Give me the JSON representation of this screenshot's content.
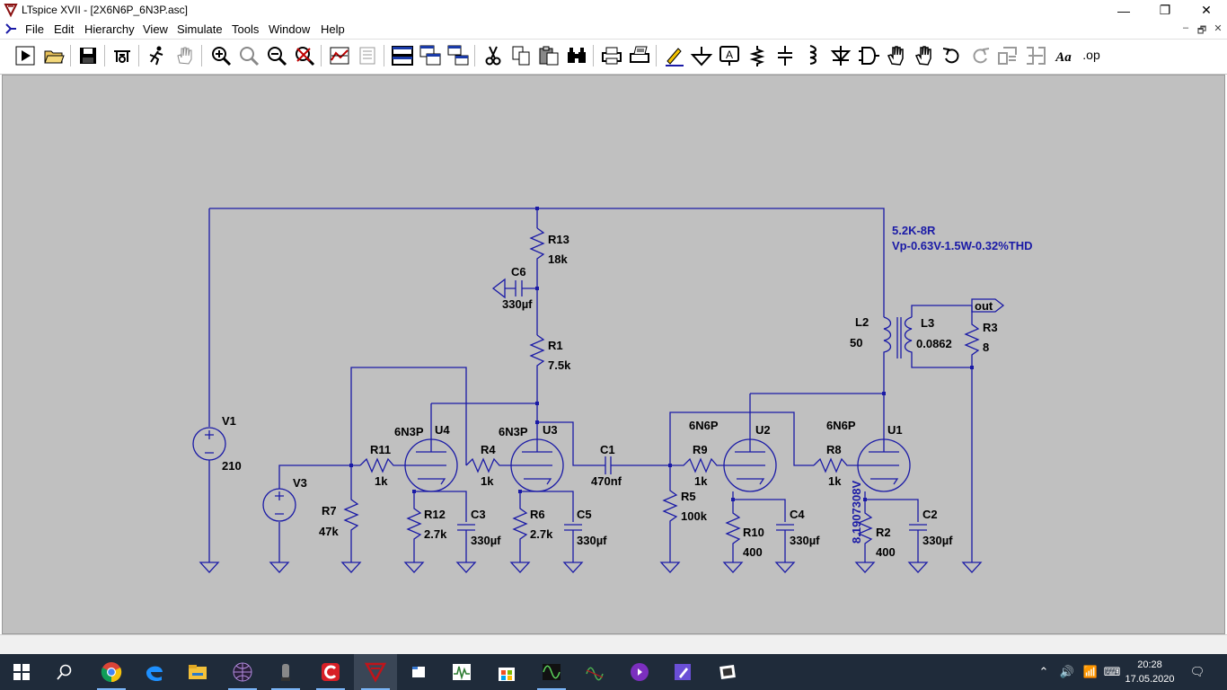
{
  "window": {
    "title": "LTspice XVII - [2X6N6P_6N3P.asc]",
    "minimize": "—",
    "restore": "❐",
    "close": "✕"
  },
  "menu": {
    "items": [
      "File",
      "Edit",
      "Hierarchy",
      "View",
      "Simulate",
      "Tools",
      "Window",
      "Help"
    ],
    "mdi_minimize": "–",
    "mdi_restore": "🗗",
    "mdi_close": "✕"
  },
  "toolbar": {
    "icons": [
      "run-icon",
      "open-icon",
      "save-icon",
      "control-panel-icon",
      "run-halt-icon",
      "pan-icon",
      "zoom-in-icon",
      "zoom-fit-icon",
      "zoom-out-icon",
      "zoom-cancel-icon",
      "autorange-icon",
      "plot-settings-icon",
      "tile-horizontal-icon",
      "cascade-icon",
      "tile-vertical-icon",
      "cut-icon",
      "copy-icon",
      "paste-icon",
      "find-icon",
      "print-icon",
      "print-setup-icon",
      "draw-wire-icon",
      "ground-icon",
      "label-net-icon",
      "resistor-icon",
      "capacitor-icon",
      "inductor-icon",
      "diode-icon",
      "component-icon",
      "move-icon",
      "drag-icon",
      "undo-icon",
      "redo-icon",
      "rotate-icon",
      "mirror-icon",
      "text-icon",
      "spice-directive-icon"
    ],
    "text_icon_label": "Aa",
    "spice_label": ".op"
  },
  "schematic": {
    "components": [
      {
        "name": "V1",
        "value": "210"
      },
      {
        "name": "V3",
        "value": ""
      },
      {
        "name": "R13",
        "value": "18k"
      },
      {
        "name": "C6",
        "value": "330µf"
      },
      {
        "name": "R1",
        "value": "7.5k"
      },
      {
        "name": "R11",
        "value": "1k"
      },
      {
        "name": "R7",
        "value": "47k"
      },
      {
        "name": "U4",
        "model": "6N3P"
      },
      {
        "name": "R12",
        "value": "2.7k"
      },
      {
        "name": "C3",
        "value": "330µf"
      },
      {
        "name": "R4",
        "value": "1k"
      },
      {
        "name": "U3",
        "model": "6N3P"
      },
      {
        "name": "R6",
        "value": "2.7k"
      },
      {
        "name": "C5",
        "value": "330µf"
      },
      {
        "name": "C1",
        "value": "470nf"
      },
      {
        "name": "R5",
        "value": "100k"
      },
      {
        "name": "R9",
        "value": "1k"
      },
      {
        "name": "U2",
        "model": "6N6P"
      },
      {
        "name": "R10",
        "value": "400"
      },
      {
        "name": "C4",
        "value": "330µf"
      },
      {
        "name": "R8",
        "value": "1k"
      },
      {
        "name": "U1",
        "model": "6N6P"
      },
      {
        "name": "R2",
        "value": "400"
      },
      {
        "name": "C2",
        "value": "330µf"
      },
      {
        "name": "L2",
        "value": "50"
      },
      {
        "name": "L3",
        "value": "0.0862"
      },
      {
        "name": "R3",
        "value": "8"
      }
    ],
    "net_label_out": "out",
    "voltage_probe": "8.1907308V",
    "comment_line1": "5.2K-8R",
    "comment_line2": "Vp-0.63V-1.5W-0.32%THD",
    "wire_color": "#1a1aa6",
    "canvas_color": "#c0c0c0"
  },
  "taskbar": {
    "apps": [
      "start-icon",
      "search-icon",
      "chrome-icon",
      "edge-icon",
      "file-explorer-icon",
      "app-globe-icon",
      "tube-app-icon",
      "ccleaner-icon",
      "ltspice-icon",
      "folder-icon",
      "scope-icon",
      "store-icon",
      "wave-icon",
      "wave2-icon",
      "speaker-icon",
      "editor-icon",
      "camera-icon"
    ],
    "time": "20:28",
    "date": "17.05.2020"
  }
}
